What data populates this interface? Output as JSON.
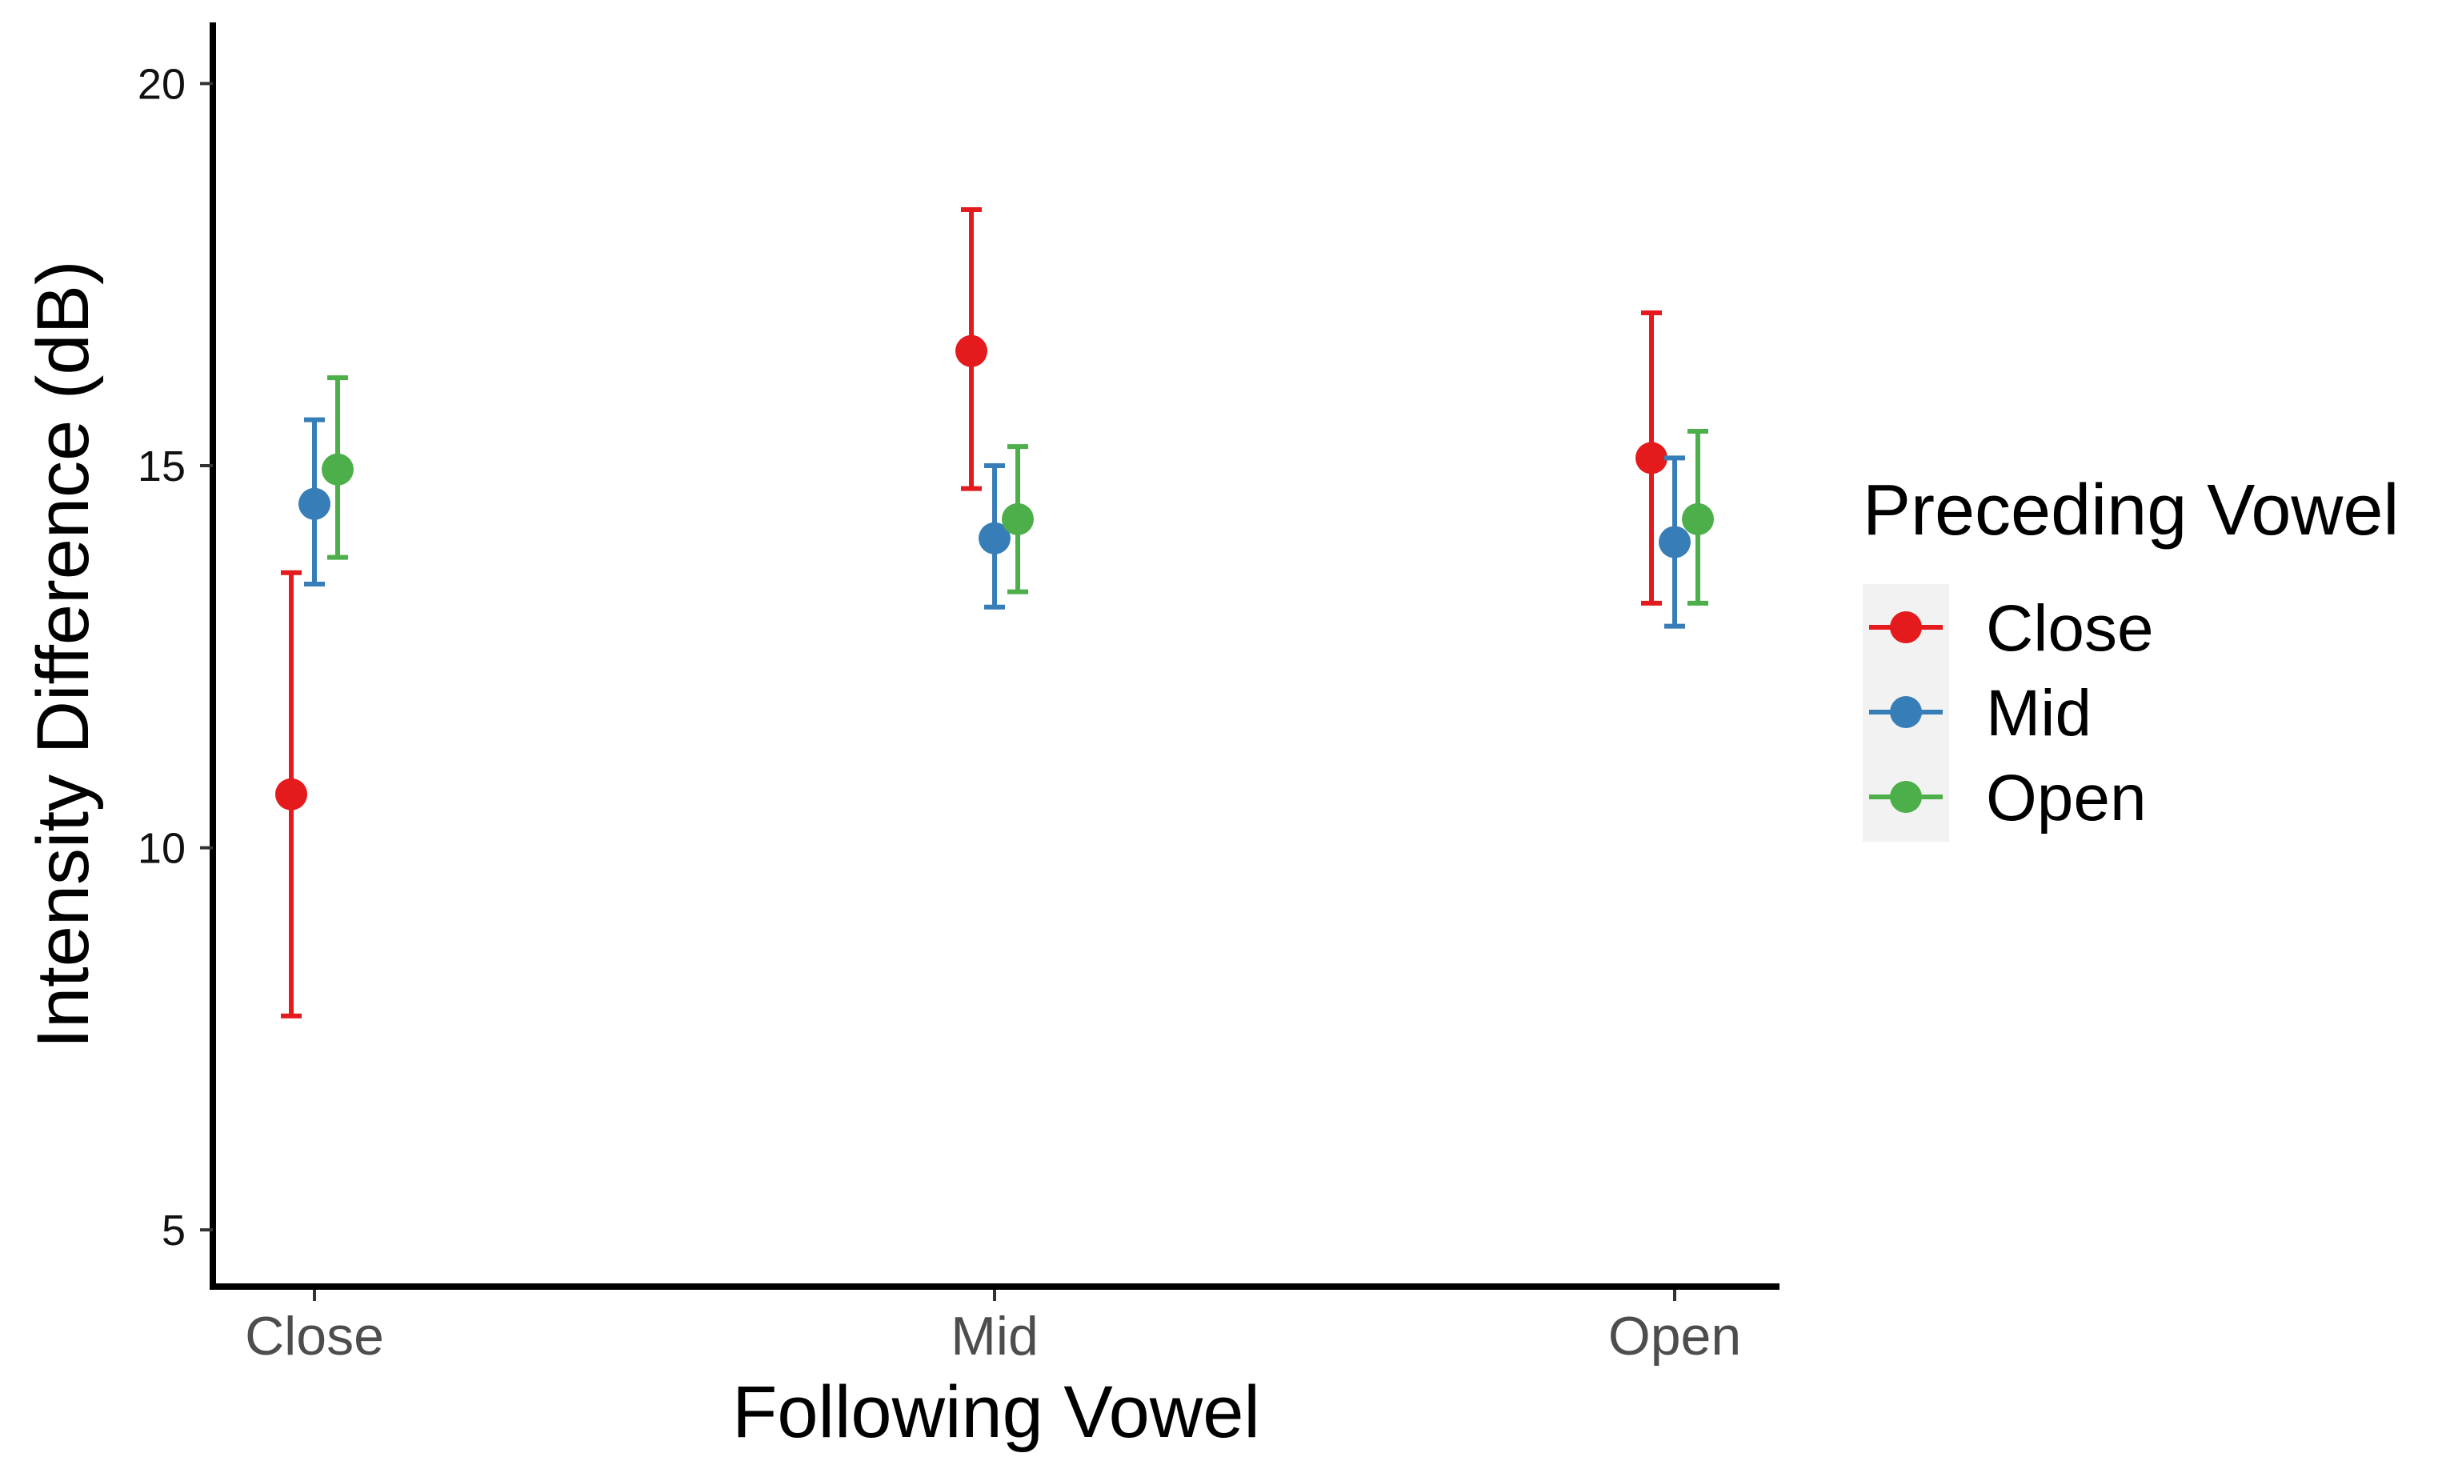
{
  "chart_data": {
    "type": "errorbar",
    "title": "",
    "xlabel": "Following Vowel",
    "ylabel": "Intensity Difference (dB)",
    "categories": [
      "Close",
      "Mid",
      "Open"
    ],
    "ylim": [
      4.3,
      20.8
    ],
    "yticks": [
      5,
      10,
      15,
      20
    ],
    "grid": false,
    "legend": {
      "title": "Preceding Vowel",
      "placement": "right"
    },
    "series": [
      {
        "name": "Close",
        "color": "#e41a1c",
        "values": [
          10.7,
          16.5,
          15.1
        ],
        "lower": [
          7.8,
          14.7,
          13.2
        ],
        "upper": [
          13.6,
          18.35,
          17.0
        ]
      },
      {
        "name": "Mid",
        "color": "#377eb8",
        "values": [
          14.5,
          14.05,
          14.0
        ],
        "lower": [
          13.45,
          13.15,
          12.9
        ],
        "upper": [
          15.6,
          15.0,
          15.1
        ]
      },
      {
        "name": "Open",
        "color": "#4daf4a",
        "values": [
          14.95,
          14.3,
          14.3
        ],
        "lower": [
          13.8,
          13.35,
          13.2
        ],
        "upper": [
          16.15,
          15.25,
          15.45
        ]
      }
    ]
  }
}
